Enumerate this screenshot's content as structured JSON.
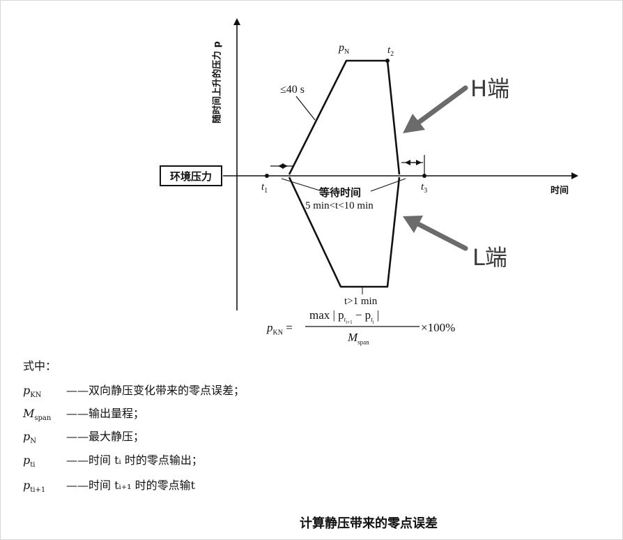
{
  "diagram": {
    "ambient_label": "环境压力",
    "y_axis_label": "随时间上升的压力 p",
    "x_axis_label": "时间",
    "peak_label": "p",
    "peak_sub": "N",
    "t1": "t",
    "t1_sub": "1",
    "t2": "t",
    "t2_sub": "2",
    "t3": "t",
    "t3_sub": "3",
    "rise_time": "≤40 s",
    "wait_line1": "等待时间",
    "wait_line2": "5 min<t<10 min",
    "hold_time": "t>1 min",
    "h_port": "H端",
    "l_port": "L端",
    "accent_color": "#6b6b6b"
  },
  "formula": {
    "lhs": "p",
    "lhs_sub": "KN",
    "eq": "=",
    "numerator": "max | p",
    "num_sub1": "t",
    "num_sub1b": "i+1",
    "minus": " − p",
    "num_sub2": "t",
    "num_sub2b": "i",
    "num_end": " |",
    "denominator": "M",
    "den_sub": "span",
    "times": "×100%"
  },
  "legend": {
    "intro": "式中：",
    "items": [
      {
        "sym": "p",
        "sub": "KN",
        "desc": "——双向静压变化带来的零点误差；"
      },
      {
        "sym": "M",
        "sub": "span",
        "desc": "——输出量程；"
      },
      {
        "sym": "p",
        "sub": "N",
        "desc": "——最大静压；"
      },
      {
        "sym": "p",
        "sub": "ti",
        "desc": "——时间 tᵢ 时的零点输出；"
      },
      {
        "sym": "p",
        "sub": "ti+1",
        "desc": "——时间 tᵢ₊₁ 时的零点输t"
      }
    ]
  },
  "caption": "计算静压带来的零点误差"
}
